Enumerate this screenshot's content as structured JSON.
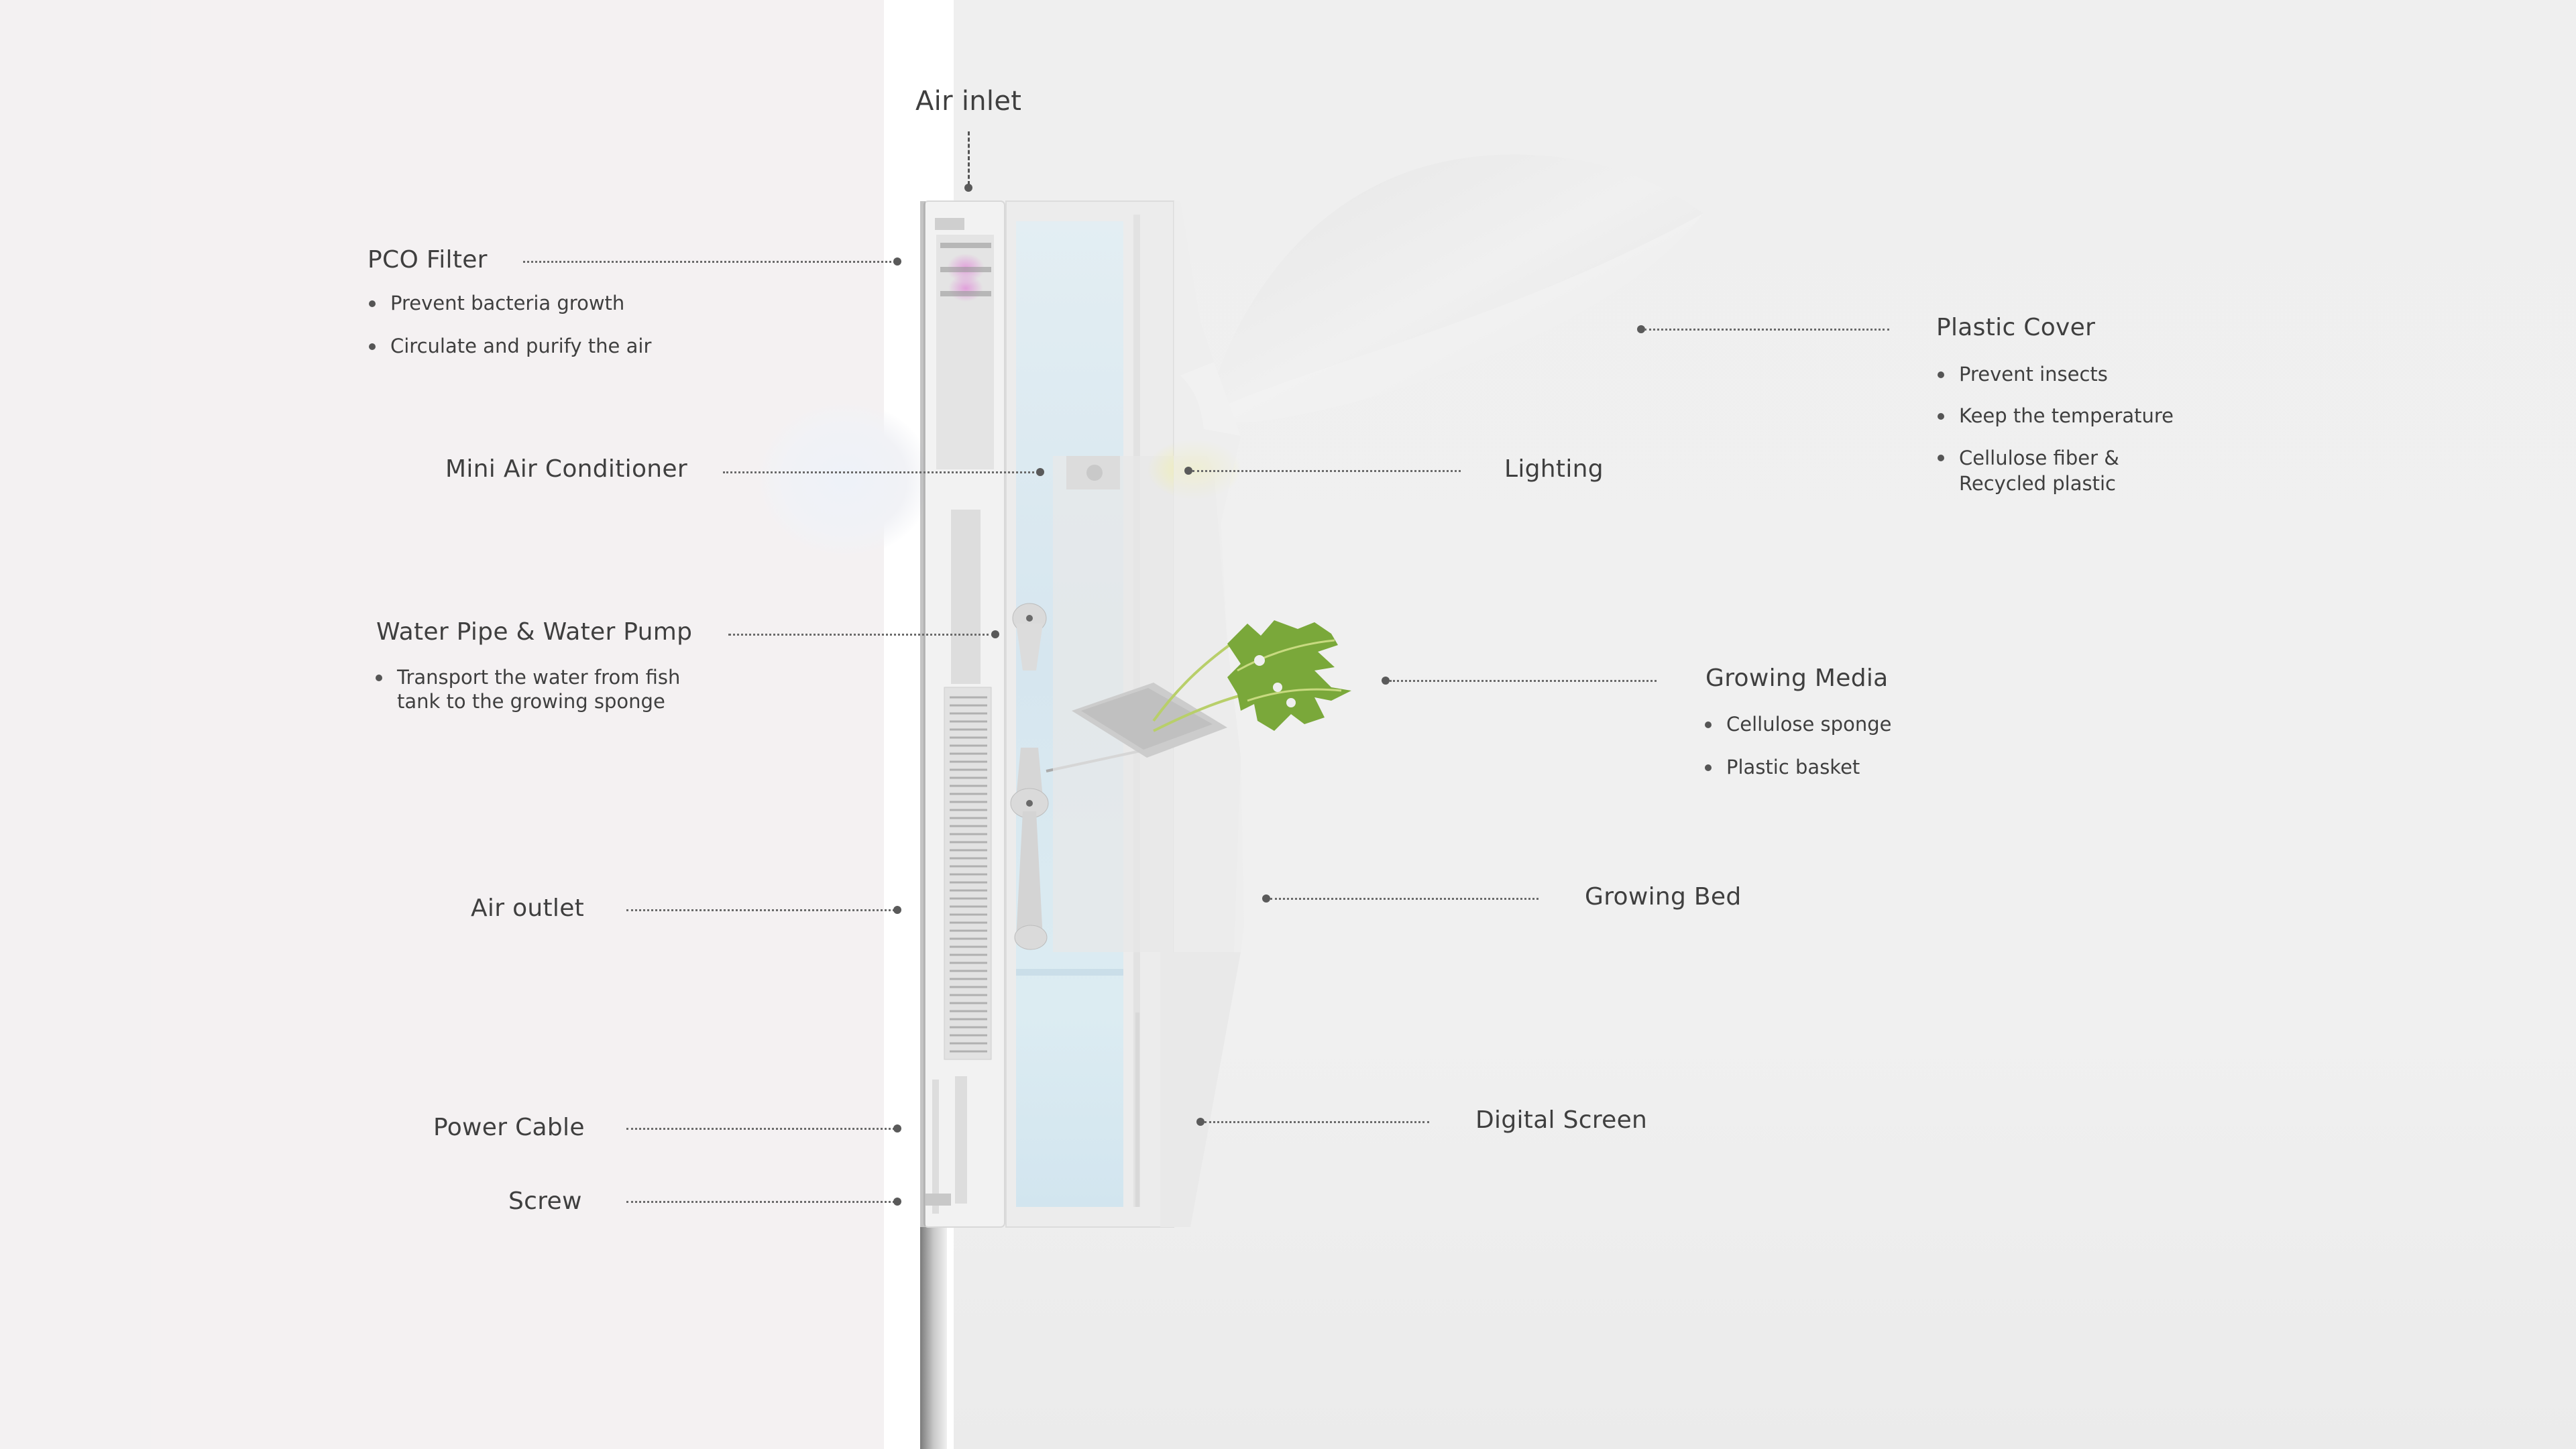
{
  "diagram": {
    "type": "exploded product cross-section",
    "colors": {
      "background_left": "#f4f1f2",
      "background_right": "#efefef",
      "wall_white": "#ffffff",
      "text": "#3f3f3f",
      "leader": "#5a5a5a",
      "leaf_green": "#7aa83a",
      "filter_pink": "#e08ad8",
      "water_blue": "#d4e6f0",
      "light_yellow": "#f4f0b8"
    },
    "top_label": {
      "text": "Air inlet"
    },
    "left_labels": [
      {
        "id": "pco-filter",
        "title": "PCO Filter",
        "bullets": [
          "Prevent bacteria growth",
          "Circulate and purify the air"
        ]
      },
      {
        "id": "mini-air-conditioner",
        "title": "Mini Air Conditioner",
        "bullets": []
      },
      {
        "id": "water-pipe-pump",
        "title": "Water Pipe & Water Pump",
        "bullets": [
          "Transport the water from fish tank to the growing sponge"
        ],
        "bullet_lines": [
          "Transport the water from fish",
          "tank to the growing sponge"
        ]
      },
      {
        "id": "air-outlet",
        "title": "Air outlet",
        "bullets": []
      },
      {
        "id": "power-cable",
        "title": "Power Cable",
        "bullets": []
      },
      {
        "id": "screw",
        "title": "Screw",
        "bullets": []
      }
    ],
    "right_labels": [
      {
        "id": "plastic-cover",
        "title": "Plastic Cover",
        "bullets": [
          "Prevent insects",
          "Keep the temperature",
          "Cellulose fiber & Recycled plastic"
        ],
        "bullet_lines": [
          "Cellulose fiber &",
          "Recycled plastic"
        ]
      },
      {
        "id": "lighting",
        "title": "Lighting",
        "bullets": []
      },
      {
        "id": "growing-media",
        "title": "Growing Media",
        "bullets": [
          "Cellulose sponge",
          "Plastic basket"
        ]
      },
      {
        "id": "growing-bed",
        "title": "Growing Bed",
        "bullets": []
      },
      {
        "id": "digital-screen",
        "title": "Digital Screen",
        "bullets": []
      }
    ]
  }
}
